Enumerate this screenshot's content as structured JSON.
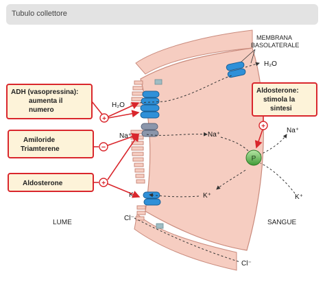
{
  "header": {
    "title": "Tubulo collettore"
  },
  "labels": {
    "membrane_line1": "MEMBRANA",
    "membrane_line2": "BASOLATERALE",
    "lume": "LUME",
    "sangue": "SANGUE"
  },
  "callouts": [
    {
      "lines": [
        "ADH (vasopressina):",
        "aumenta il",
        "numero"
      ],
      "sign": "+"
    },
    {
      "lines": [
        "Amiloride",
        "Triamterene"
      ],
      "sign": "−"
    },
    {
      "lines": [
        "Aldosterone"
      ],
      "sign": "+"
    },
    {
      "lines": [
        "Aldosterone:",
        "stimola la",
        "sintesi"
      ],
      "sign": "+"
    }
  ],
  "ions": {
    "h2o": "H₂O",
    "na_plus": "Na⁺",
    "k_plus": "K⁺",
    "cl_minus": "Cl⁻",
    "pump": "P"
  },
  "colors": {
    "cell_fill": "#f6cdc1",
    "cell_stroke": "#c98a7c",
    "channel_blue": "#2f90d8",
    "channel_grey": "#8b96ab",
    "callout_fill": "#fdf3d9",
    "callout_border": "#d9262c",
    "pump_green": "#55b84a",
    "header_bg": "#e3e3e3"
  }
}
